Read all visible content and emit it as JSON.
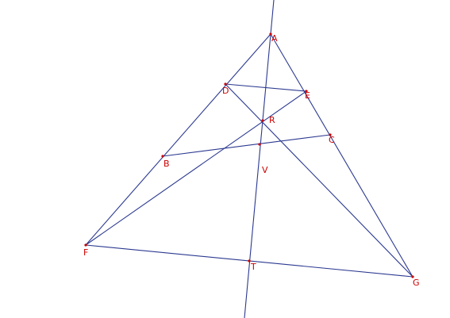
{
  "figure": {
    "colors": {
      "line": "#2b3990",
      "point": "#cc0000",
      "background": "#ffffff"
    },
    "points": {
      "A": "A",
      "B": "B",
      "C": "C",
      "D": "D",
      "E": "E",
      "F": "F",
      "G": "G",
      "R": "R",
      "T": "T",
      "V": "V"
    },
    "segments": [
      [
        "F",
        "G"
      ],
      [
        "A",
        "F"
      ],
      [
        "A",
        "G"
      ],
      [
        "D",
        "E"
      ],
      [
        "B",
        "C"
      ],
      [
        "F",
        "E"
      ],
      [
        "D",
        "G"
      ]
    ],
    "lines": [
      [
        "line-through-A-T"
      ]
    ]
  }
}
